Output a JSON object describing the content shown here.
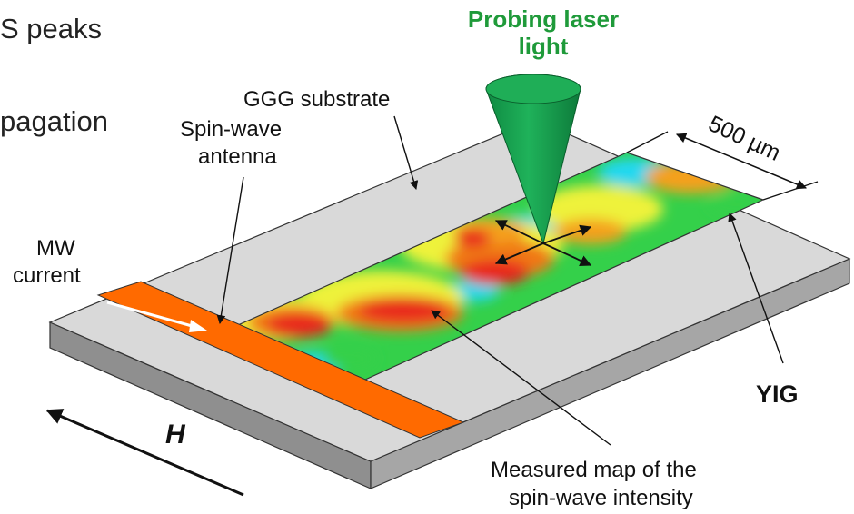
{
  "slide": {
    "fragment_1": "S peaks",
    "fragment_2": "pagation"
  },
  "diagram": {
    "probing_laser_line1": "Probing laser",
    "probing_laser_line2": "light",
    "substrate_label": "GGG substrate",
    "antenna_line1": "Spin-wave",
    "antenna_line2": "antenna",
    "mw_line1": "MW",
    "mw_line2": "current",
    "width_label": "500 µm",
    "yig_label": "YIG",
    "field_label": "H",
    "map_line1": "Measured map of the",
    "map_line2": "spin-wave intensity"
  },
  "colors": {
    "laser": "#12994a",
    "label_green": "#1f9a3a",
    "antenna": "#ff6a00",
    "substrate_top": "#d9d9d9",
    "substrate_side": "#8f8f8f",
    "map_red": "#e8281e",
    "map_yellow": "#eef23a",
    "map_green": "#34d04a",
    "map_cyan": "#20d8f0"
  }
}
